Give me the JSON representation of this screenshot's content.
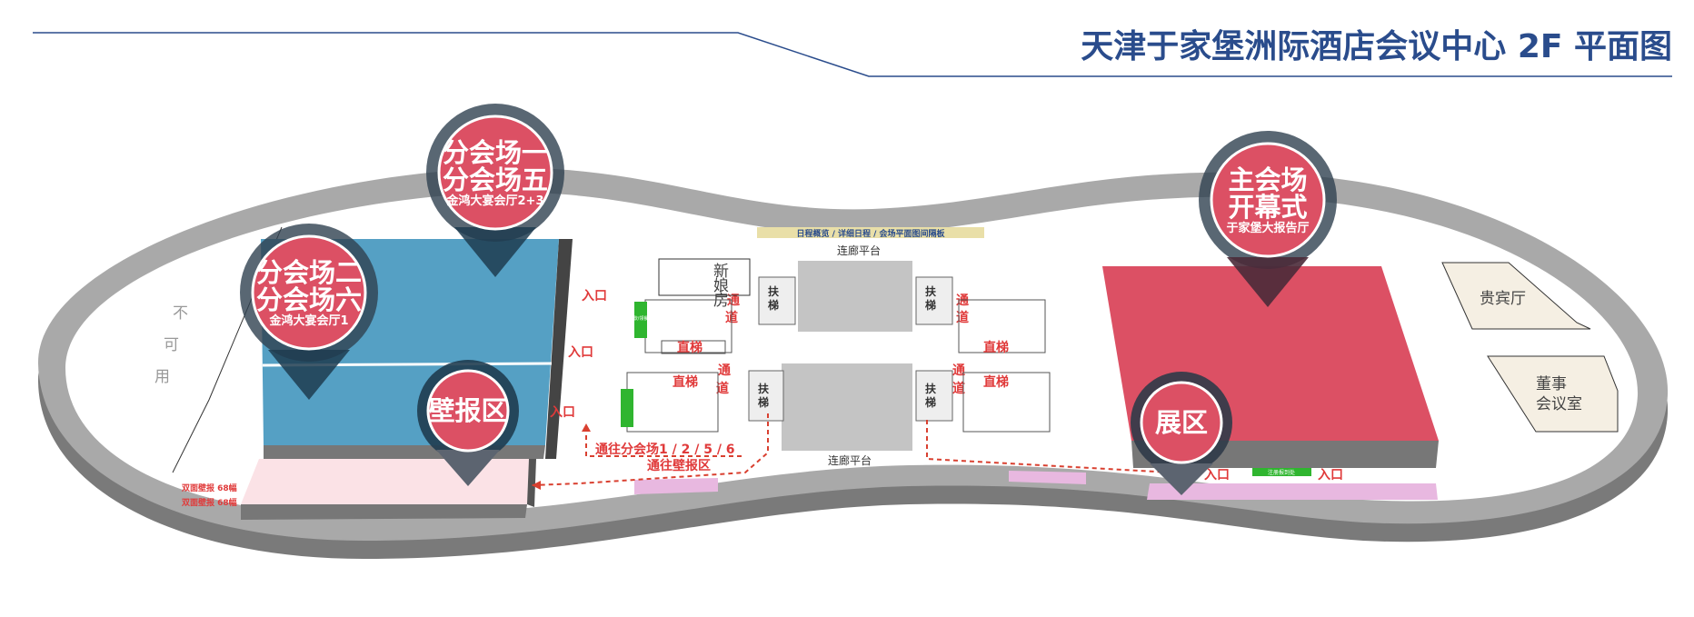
{
  "header": {
    "title": "天津于家堡洲际酒店会议中心 2F 平面图"
  },
  "pins": [
    {
      "line1": "分会场一",
      "line2": "分会场五",
      "sub": "金鸿大宴会厅2+3"
    },
    {
      "line1": "分会场二",
      "line2": "分会场六",
      "sub": "金鸿大宴会厅1"
    },
    {
      "line1": "主会场",
      "line2": "开幕式",
      "sub": "于家堡大报告厅"
    },
    {
      "line1": "壁报区"
    },
    {
      "line1": "展区"
    }
  ],
  "labels": {
    "unavailable": [
      "不",
      "可",
      "用"
    ],
    "bridge_top": "连廊平台",
    "bridge_bottom": "连廊平台",
    "bride_room": [
      "新",
      "娘",
      "房"
    ],
    "escalator": [
      "扶",
      "梯"
    ],
    "passage": [
      "通",
      "道"
    ],
    "elevator": "直梯",
    "entrance": "入口",
    "tea_break": "茶歇/领餐处",
    "to_breakouts": "通往分会场1 / 2 / 5 / 6",
    "to_poster": "通往壁报区",
    "poster_note_1": "双面壁报 68幅",
    "poster_note_2": "双面壁报 68幅",
    "schedule_board": "日程概览 / 详细日程 / 会场平面图间隔板",
    "vip_room": "贵宾厅",
    "board_room": [
      "董事",
      "会议室"
    ],
    "registration": "注册报到处"
  },
  "colors": {
    "title": "#2a4c8c",
    "pin": "#dc5064",
    "pin_ring": "#5c6b78",
    "breakout_block": "#55a0c4",
    "main_block": "#dc5064",
    "poster": "#fbe2e6",
    "exhibit": "#e8b8e0",
    "accent_red": "#e03a3a",
    "green": "#2fb52f"
  }
}
